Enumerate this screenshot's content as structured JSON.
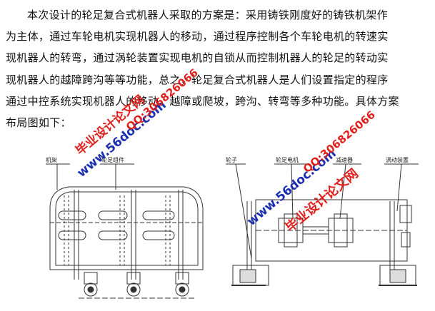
{
  "document": {
    "paragraph_lines": [
      "本次设计的轮足复合式机器人采取的方案是：采用铸铁刚度好的铸铁机架作",
      "为主体，通过车轮电机实现机器人的移动，通过程序控制各个车轮电机的转速实",
      "现机器人的转弯，通过涡轮装置实现电机的自锁从而控制机器人的轮足的转动实",
      "现机器人的越障跨沟等等功能，总之，轮足复合式机器人是人们设置指定的程序",
      "通过中控系统实现机器人的移动、越障或爬坡，跨沟、转弯等多种功能。具体方案",
      "布局图如下："
    ]
  },
  "figures": {
    "left": {
      "labels": [
        "机架",
        "轮足组件"
      ]
    },
    "right": {
      "labels": [
        "轮子",
        "轮足电机",
        "减速器",
        "涡动装置"
      ]
    }
  },
  "watermarks": {
    "site": "www.56doc.com",
    "qq": "QQ:306826066",
    "name": "毕业设计论文网"
  },
  "colors": {
    "text": "#111111",
    "watermark_red": "#e0201c",
    "watermark_blue": "#1b2fb0",
    "drawing": "#333333"
  }
}
